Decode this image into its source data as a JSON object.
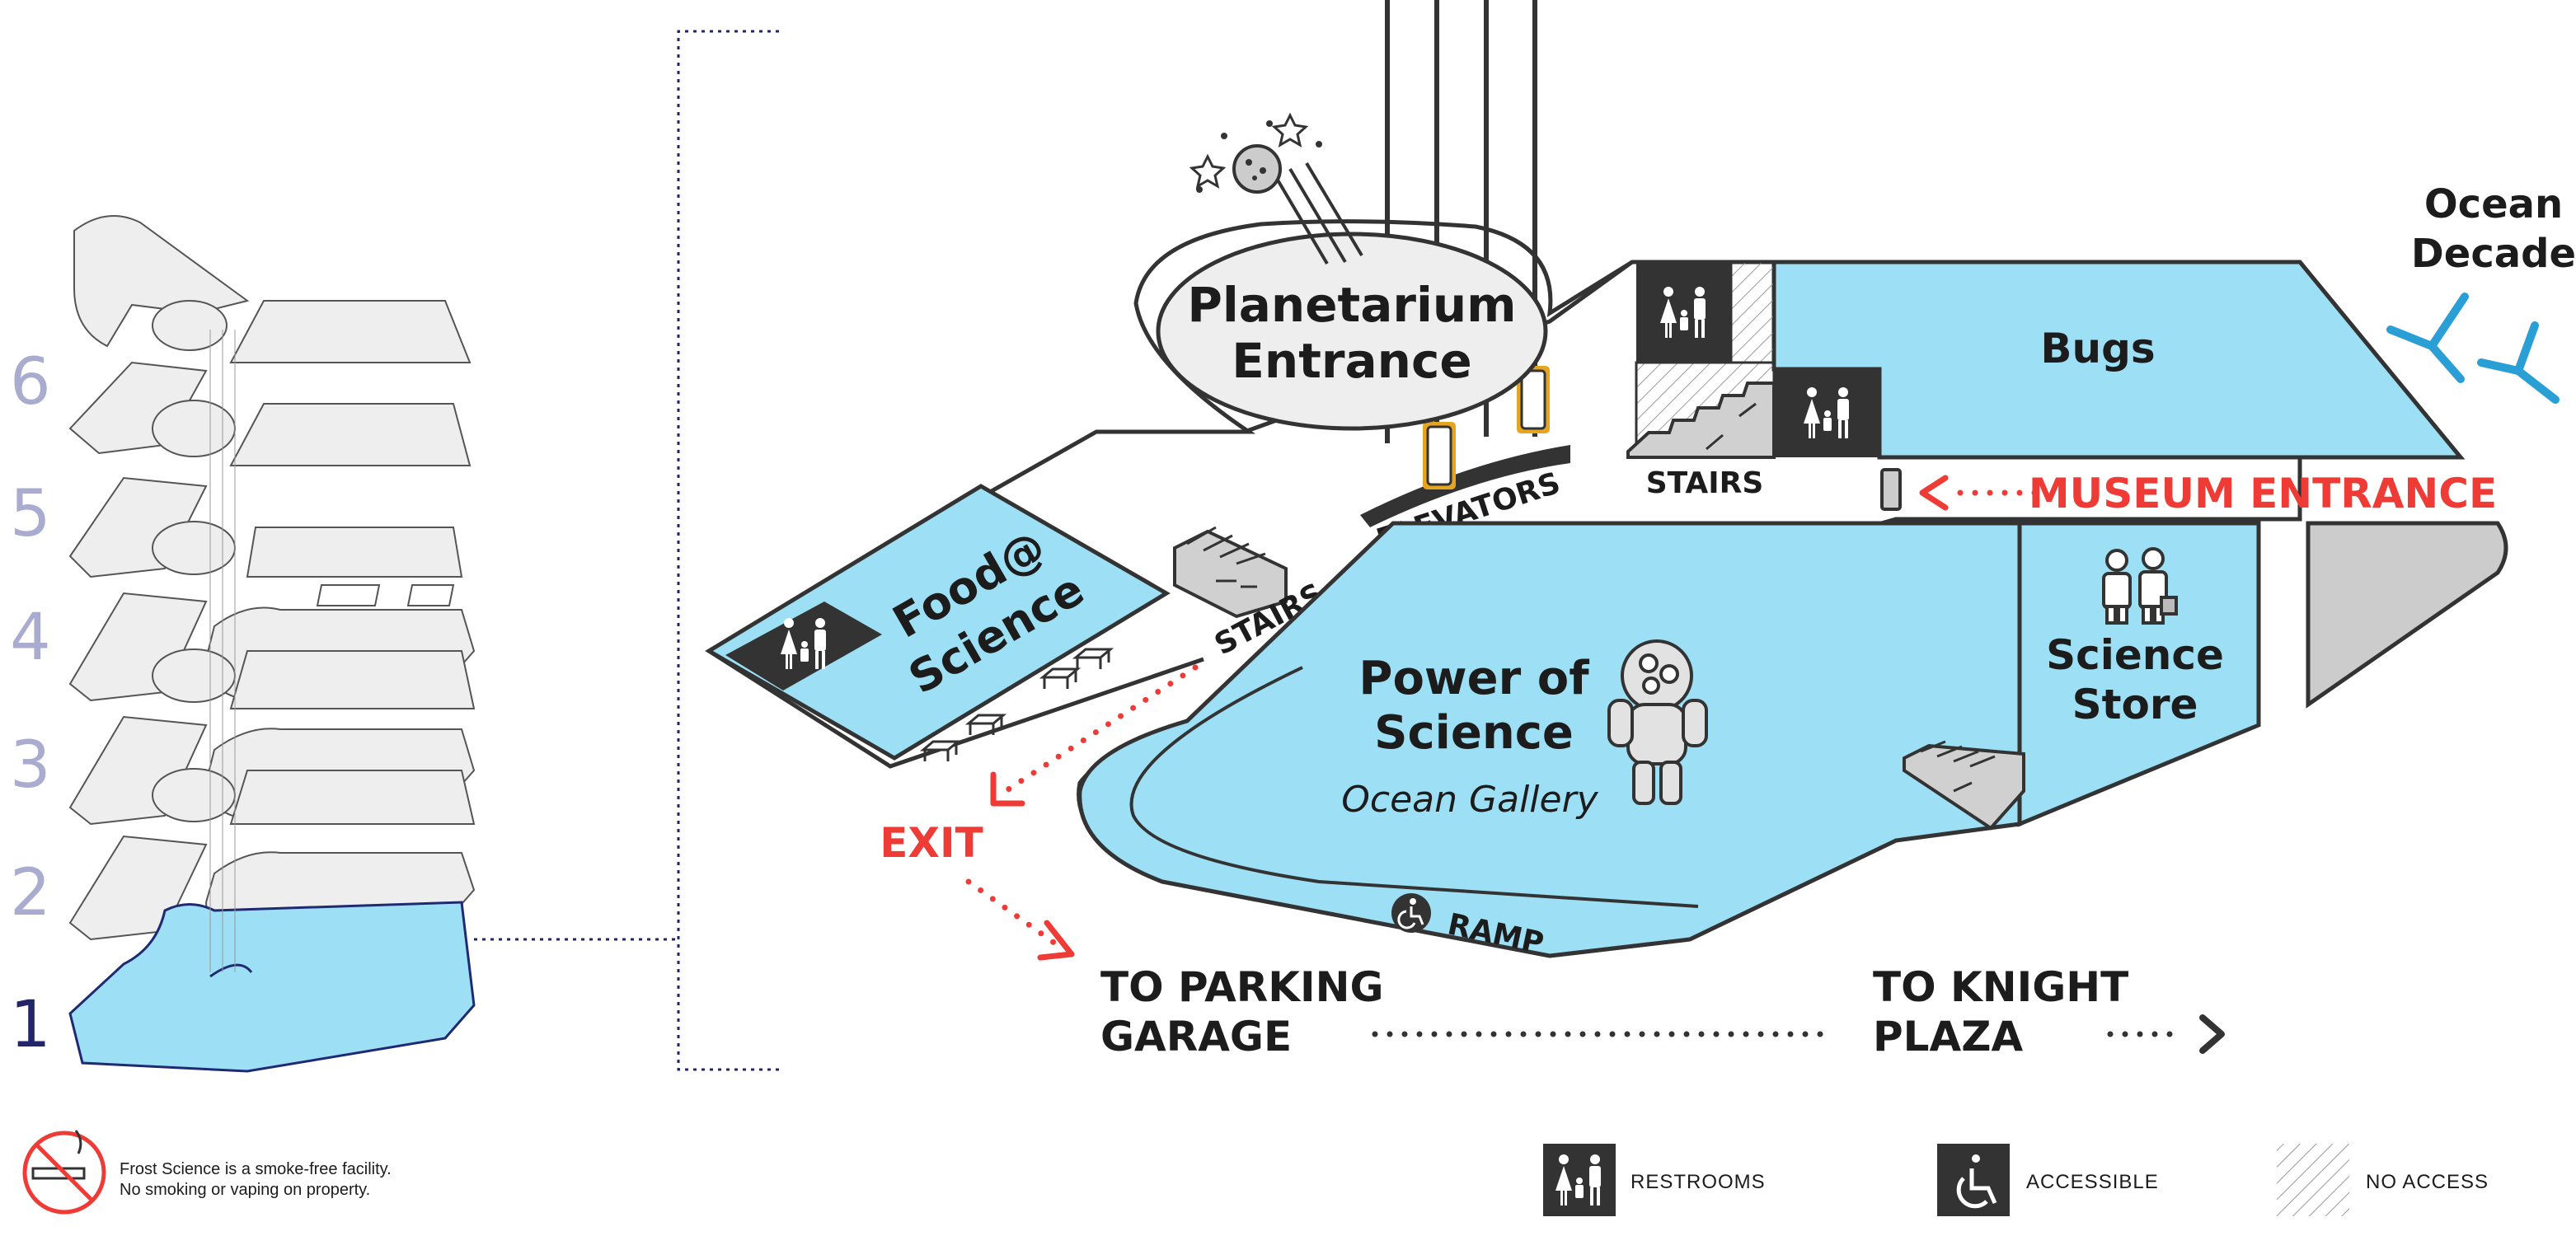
{
  "floor_selector": {
    "floors": [
      {
        "number": "6",
        "active": false
      },
      {
        "number": "5",
        "active": false
      },
      {
        "number": "4",
        "active": false
      },
      {
        "number": "3",
        "active": false
      },
      {
        "number": "2",
        "active": false
      },
      {
        "number": "1",
        "active": true
      }
    ]
  },
  "map": {
    "planetarium": [
      "Planetarium",
      "Entrance"
    ],
    "bugs": "Bugs",
    "ocean_decade": [
      "Ocean",
      "Decade"
    ],
    "food": [
      "Food@",
      "Science"
    ],
    "power_of_science": [
      "Power of",
      "Science"
    ],
    "ocean_gallery": "Ocean Gallery",
    "science_store": [
      "Science",
      "Store"
    ],
    "elevators": "ELEVATORS",
    "stairs_top": "STAIRS",
    "stairs_left": "STAIRS",
    "ramp": "RAMP",
    "museum_entrance": "MUSEUM ENTRANCE",
    "exit": "EXIT",
    "to_parking": [
      "TO PARKING",
      "GARAGE"
    ],
    "to_knight": [
      "TO KNIGHT",
      "PLAZA"
    ]
  },
  "legend": {
    "restrooms": "RESTROOMS",
    "accessible": "ACCESSIBLE",
    "no_access": "NO ACCESS"
  },
  "notice": [
    "Frost Science is a smoke-free facility.",
    "No smoking or vaping on property."
  ],
  "colors": {
    "exhibit_blue": "#9ddff5",
    "active_floor": "#23256b",
    "inactive_floor": "#a9abcf",
    "accent_red": "#ee3b36",
    "dark": "#333333"
  },
  "icons": [
    "restroom-icon",
    "accessible-icon",
    "no-smoking-icon",
    "stairs-icon",
    "elevator-icon",
    "arrow-icon",
    "planet-icon",
    "diver-icon",
    "shoppers-icon",
    "bench-icon",
    "antenna-icon"
  ]
}
